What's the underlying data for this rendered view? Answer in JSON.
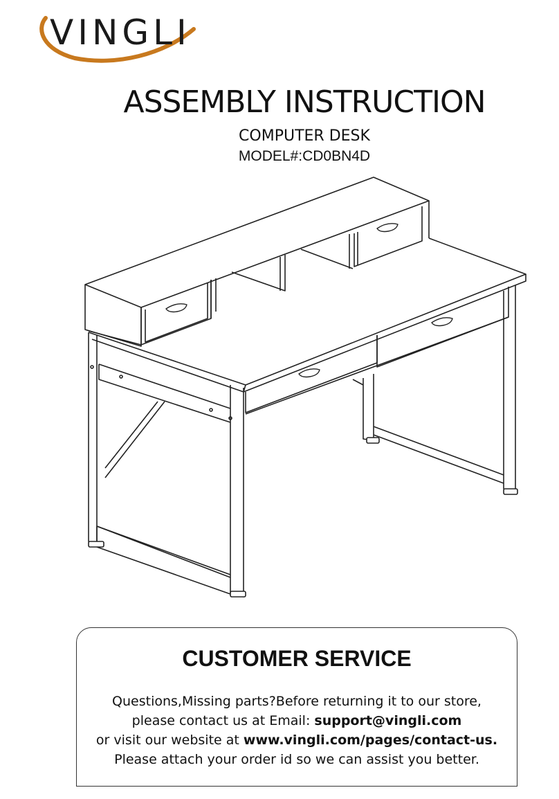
{
  "logo": {
    "text": "VINGLI",
    "swoosh_color": "#c8791e"
  },
  "header": {
    "title": "ASSEMBLY INSTRUCTION",
    "subtitle": "COMPUTER DESK",
    "model": "MODEL#:CD0BN4D"
  },
  "illustration": {
    "subject": "computer desk with hutch and drawers"
  },
  "customer_service": {
    "heading": "CUSTOMER SERVICE",
    "line1": "Questions,Missing parts?Before returning it to our store,",
    "line2_prefix": "please contact us at Email: ",
    "email": "support@vingli.com",
    "line3_prefix": "or visit our website at ",
    "website": "www.vingli.com/pages/contact-us.",
    "line4": "Please attach your order id so we can assist you better."
  },
  "colors": {
    "ink": "#111111",
    "accent": "#c8791e"
  }
}
